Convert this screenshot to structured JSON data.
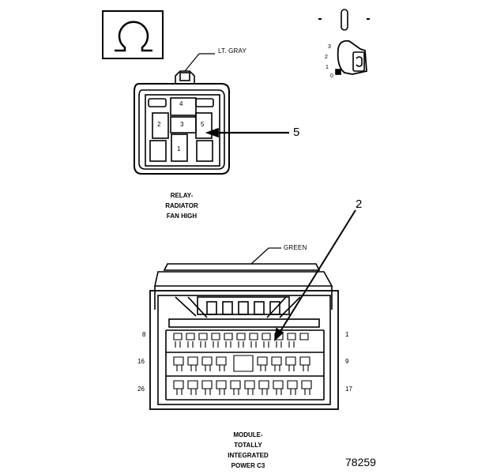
{
  "relay": {
    "wire_label": "LT. GRAY",
    "cavities": [
      "4",
      "2",
      "3",
      "5",
      "1"
    ],
    "caption_lines": [
      "RELAY-",
      "RADIATOR",
      "FAN HIGH"
    ]
  },
  "ignition": {
    "positions": [
      "3",
      "2",
      "1",
      "0"
    ]
  },
  "module": {
    "wire_label": "GREEN",
    "pin_labels_left": [
      "8",
      "16",
      "26"
    ],
    "pin_labels_right": [
      "1",
      "9",
      "17"
    ],
    "caption_lines": [
      "MODULE-",
      "TOTALLY",
      "INTEGRATED",
      "POWER C3"
    ]
  },
  "callouts": [
    "5",
    "2"
  ],
  "figure_number": "78259"
}
